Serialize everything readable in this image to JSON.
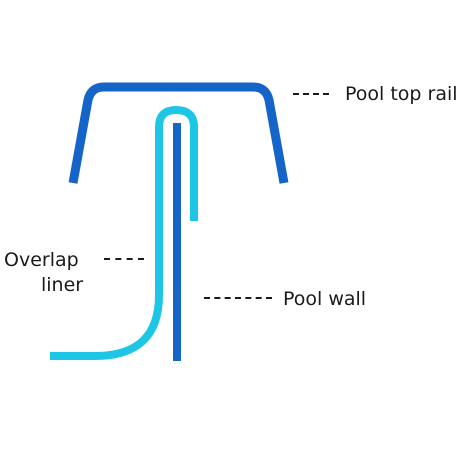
{
  "labels": {
    "top_rail": "Pool top rail",
    "liner_line1": "Overlap",
    "liner_line2": "liner",
    "wall": "Pool wall"
  },
  "colors": {
    "rail_and_wall": "#1565c9",
    "liner": "#1ec6e6",
    "text": "#1a1a1a",
    "background": "#ffffff"
  }
}
